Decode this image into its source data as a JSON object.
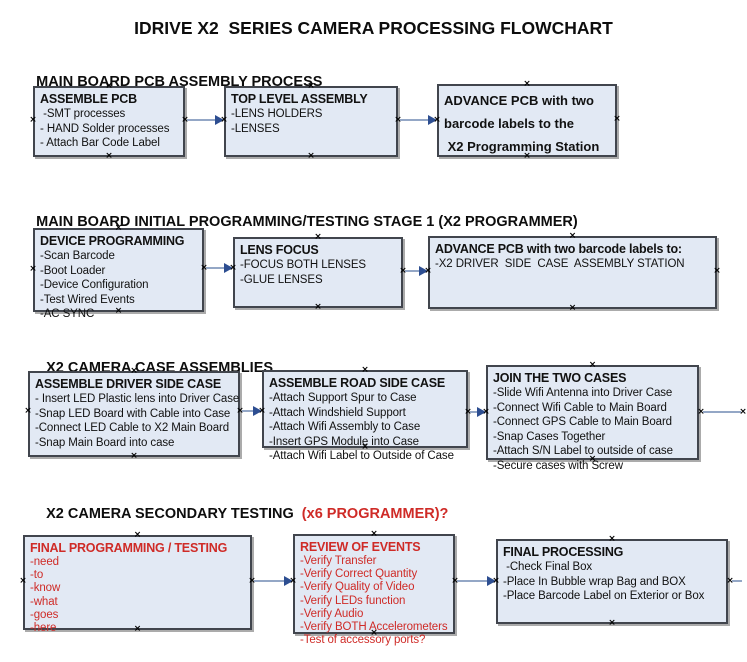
{
  "title": "IDRIVE X2  SERIES CAMERA PROCESSING FLOWCHART",
  "colors": {
    "box_fill": "#e2e9f4",
    "box_border": "#41454d",
    "arrow_line": "#94a7c6",
    "arrow_head": "#2d4e91",
    "red_text": "#cf2b27",
    "black_text": "#111111"
  },
  "sections": [
    {
      "heading": {
        "black": "MAIN BOARD PCB ASSEMBLY PROCESS",
        "red": ""
      },
      "boxes": [
        {
          "title": "ASSEMBLE PCB",
          "items": [
            " -SMT processes",
            "- HAND Solder processes",
            "- Attach Bar Code Label"
          ]
        },
        {
          "title": "TOP LEVEL ASSEMBLY",
          "items": [
            "-LENS HOLDERS",
            "-LENSES"
          ]
        },
        {
          "title": "ADVANCE PCB with two",
          "items": [
            "barcode labels to the",
            " X2 Programming Station"
          ]
        }
      ]
    },
    {
      "heading": {
        "black": "MAIN BOARD INITIAL PROGRAMMING/TESTING STAGE 1 (X2 PROGRAMMER)",
        "red": ""
      },
      "boxes": [
        {
          "title": "DEVICE PROGRAMMING",
          "items": [
            "-Scan Barcode",
            "-Boot Loader",
            "-Device Configuration",
            "-Test Wired Events",
            "-AC SYNC"
          ]
        },
        {
          "title": "LENS FOCUS",
          "items": [
            "-FOCUS BOTH LENSES",
            "-GLUE LENSES"
          ]
        },
        {
          "title": "ADVANCE PCB with two barcode labels to:",
          "items": [
            "-X2 DRIVER  SIDE  CASE  ASSEMBLY STATION"
          ]
        }
      ]
    },
    {
      "heading": {
        "black": "X2 CAMERA CASE ASSEMBLIES",
        "red": ""
      },
      "boxes": [
        {
          "title": "ASSEMBLE DRIVER SIDE CASE",
          "items": [
            "- Insert LED Plastic lens into Driver Case",
            "-Snap LED Board with Cable into Case",
            "-Connect LED Cable to X2 Main Board",
            "-Snap Main Board into case"
          ]
        },
        {
          "title": "ASSEMBLE ROAD SIDE CASE",
          "items": [
            "-Attach Support Spur to Case",
            "-Attach Windshield Support",
            "-Attach Wifi Assembly to Case",
            "-Insert GPS Module into Case",
            "-Attach Wifi Label to Outside of Case"
          ]
        },
        {
          "title": "JOIN THE TWO CASES",
          "items": [
            "-Slide Wifi Antenna into Driver Case",
            "-Connect Wifi Cable to Main Board",
            "-Connect GPS Cable to Main Board",
            "-Snap Cases Together",
            "-Attach S/N Label to outside of case",
            "-Secure cases with Screw"
          ]
        }
      ]
    },
    {
      "heading": {
        "black": "X2 CAMERA SECONDARY TESTING  ",
        "red": "(x6 PROGRAMMER)?"
      },
      "boxes": [
        {
          "title": "FINAL PROGRAMMING / TESTING",
          "items": [
            "-need",
            "-to",
            "-know",
            "-what",
            "-goes",
            "-here"
          ]
        },
        {
          "title": "REVIEW OF EVENTS",
          "items": [
            "-Verify Transfer",
            "-Verify Correct Quantity",
            "-Verify Quality of Video",
            "-Verify LEDs function",
            "-Verify Audio",
            "-Verify BOTH Accelerometers",
            "-Test of accessory ports?"
          ]
        },
        {
          "title": "FINAL PROCESSING",
          "items": [
            " -Check Final Box",
            "-Place In Bubble wrap Bag and BOX",
            "-Place Barcode Label on Exterior or Box"
          ]
        }
      ]
    }
  ]
}
